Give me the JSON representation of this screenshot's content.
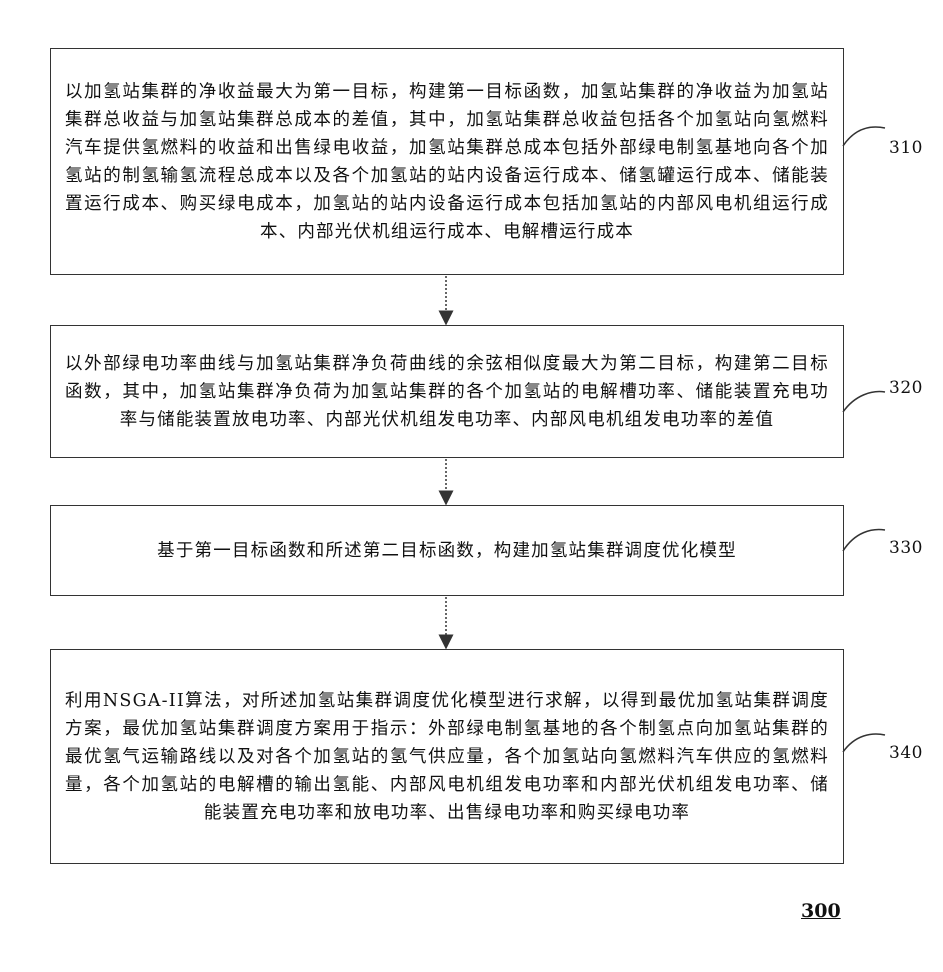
{
  "steps": [
    {
      "label": "310",
      "text": "以加氢站集群的净收益最大为第一目标，构建第一目标函数，加氢站集群的净收益为加氢站集群总收益与加氢站集群总成本的差值，其中，加氢站集群总收益包括各个加氢站向氢燃料汽车提供氢燃料的收益和出售绿电收益，加氢站集群总成本包括外部绿电制氢基地向各个加氢站的制氢输氢流程总成本以及各个加氢站的站内设备运行成本、储氢罐运行成本、储能装置运行成本、购买绿电成本，加氢站的站内设备运行成本包括加氢站的内部风电机组运行成本、内部光伏机组运行成本、电解槽运行成本"
    },
    {
      "label": "320",
      "text": "以外部绿电功率曲线与加氢站集群净负荷曲线的余弦相似度最大为第二目标，构建第二目标函数，其中，加氢站集群净负荷为加氢站集群的各个加氢站的电解槽功率、储能装置充电功率与储能装置放电功率、内部光伏机组发电功率、内部风电机组发电功率的差值"
    },
    {
      "label": "330",
      "text": "基于第一目标函数和所述第二目标函数，构建加氢站集群调度优化模型"
    },
    {
      "label": "340",
      "text": "利用NSGA-II算法，对所述加氢站集群调度优化模型进行求解，以得到最优加氢站集群调度方案，最优加氢站集群调度方案用于指示：外部绿电制氢基地的各个制氢点向加氢站集群的最优氢气运输路线以及对各个加氢站的氢气供应量，各个加氢站向氢燃料汽车供应的氢燃料量，各个加氢站的电解槽的输出氢能、内部风电机组发电功率和内部光伏机组发电功率、储能装置充电功率和放电功率、出售绿电功率和购买绿电功率"
    }
  ],
  "figure_number": "300"
}
